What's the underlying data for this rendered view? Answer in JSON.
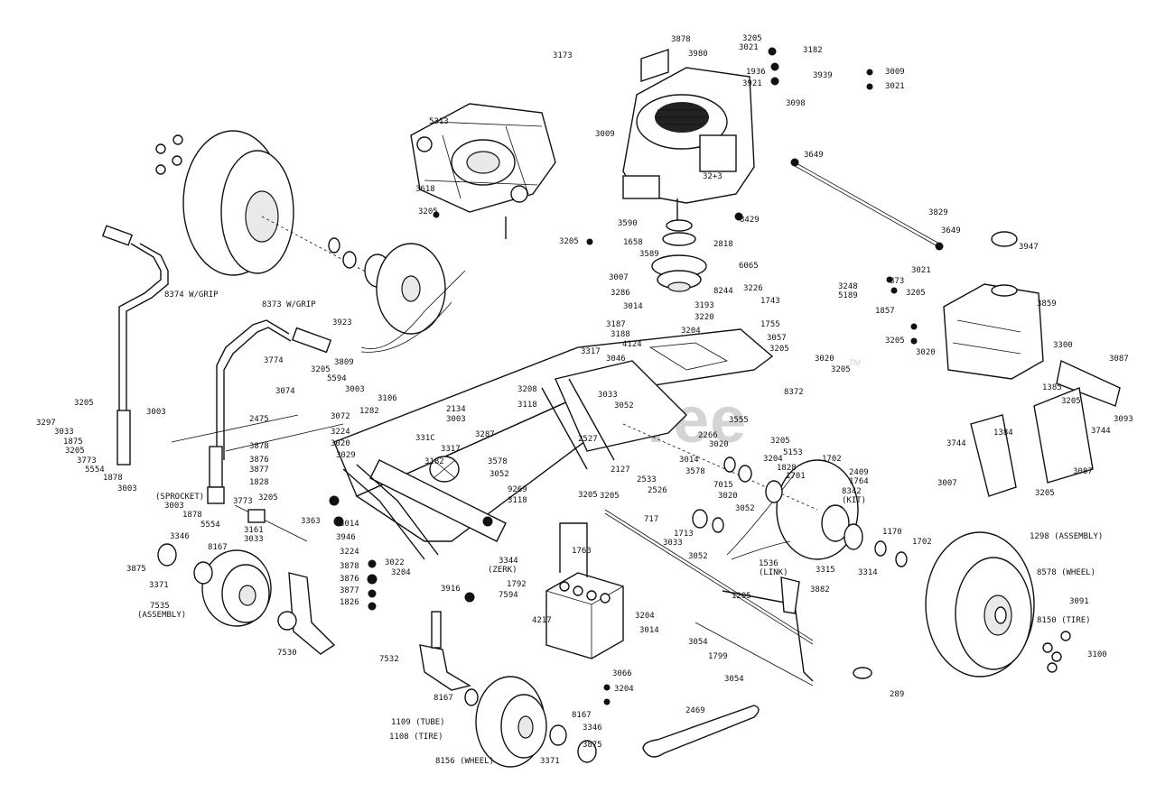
{
  "watermark": {
    "brand": "PartsTree",
    "trademark": "TM"
  },
  "callouts": [
    {
      "t": "3878"
    },
    {
      "t": "3173"
    },
    {
      "t": "3980"
    },
    {
      "t": "3205"
    },
    {
      "t": "3021"
    },
    {
      "t": "3182"
    },
    {
      "t": "1936"
    },
    {
      "t": "3939"
    },
    {
      "t": "3921"
    },
    {
      "t": "3098"
    },
    {
      "t": "3009"
    },
    {
      "t": "3021"
    },
    {
      "t": "5313"
    },
    {
      "t": "3009"
    },
    {
      "t": "32+3"
    },
    {
      "t": "3649"
    },
    {
      "t": "3618"
    },
    {
      "t": "3205"
    },
    {
      "t": "3590"
    },
    {
      "t": "8429"
    },
    {
      "t": "3829"
    },
    {
      "t": "1658"
    },
    {
      "t": "3589"
    },
    {
      "t": "2818"
    },
    {
      "t": "6065"
    },
    {
      "t": "3205"
    },
    {
      "t": "3649"
    },
    {
      "t": "3947"
    },
    {
      "t": "8374 W/GRIP"
    },
    {
      "t": "3007"
    },
    {
      "t": "3286"
    },
    {
      "t": "8244"
    },
    {
      "t": "3226"
    },
    {
      "t": "3248"
    },
    {
      "t": "5189"
    },
    {
      "t": "3021"
    },
    {
      "t": "873"
    },
    {
      "t": "3205"
    },
    {
      "t": "3859"
    },
    {
      "t": "8373 W/GRIP"
    },
    {
      "t": "3923"
    },
    {
      "t": "3014"
    },
    {
      "t": "3193"
    },
    {
      "t": "3220"
    },
    {
      "t": "1743"
    },
    {
      "t": "1857"
    },
    {
      "t": "3187"
    },
    {
      "t": "3188"
    },
    {
      "t": "4124"
    },
    {
      "t": "3204"
    },
    {
      "t": "1755"
    },
    {
      "t": "3057"
    },
    {
      "t": "3205"
    },
    {
      "t": "3205"
    },
    {
      "t": "3020"
    },
    {
      "t": "3020"
    },
    {
      "t": "3205"
    },
    {
      "t": "3317"
    },
    {
      "t": "3046"
    },
    {
      "t": "3300"
    },
    {
      "t": "3087"
    },
    {
      "t": "3774"
    },
    {
      "t": "3205"
    },
    {
      "t": "3809"
    },
    {
      "t": "5594"
    },
    {
      "t": "3003"
    },
    {
      "t": "3074"
    },
    {
      "t": "3106"
    },
    {
      "t": "3208"
    },
    {
      "t": "3033"
    },
    {
      "t": "8372"
    },
    {
      "t": "1385"
    },
    {
      "t": "3205"
    },
    {
      "t": "3205"
    },
    {
      "t": "3003"
    },
    {
      "t": "3118"
    },
    {
      "t": "3052"
    },
    {
      "t": "3072"
    },
    {
      "t": "2475"
    },
    {
      "t": "1282"
    },
    {
      "t": "2134"
    },
    {
      "t": "3003"
    },
    {
      "t": "3555"
    },
    {
      "t": "3093"
    },
    {
      "t": "3297"
    },
    {
      "t": "3033"
    },
    {
      "t": "1875"
    },
    {
      "t": "3205"
    },
    {
      "t": "3773"
    },
    {
      "t": "5554"
    },
    {
      "t": "1878"
    },
    {
      "t": "3003"
    },
    {
      "t": "3224"
    },
    {
      "t": "3020"
    },
    {
      "t": "3878"
    },
    {
      "t": "3876"
    },
    {
      "t": "3877"
    },
    {
      "t": "1828"
    },
    {
      "t": "3029"
    },
    {
      "t": "331C"
    },
    {
      "t": "3317"
    },
    {
      "t": "3287"
    },
    {
      "t": "2527"
    },
    {
      "t": "3578"
    },
    {
      "t": "2266"
    },
    {
      "t": "3020"
    },
    {
      "t": "3205"
    },
    {
      "t": "5153"
    },
    {
      "t": "1384"
    },
    {
      "t": "3744"
    },
    {
      "t": "3744"
    },
    {
      "t": "3205"
    },
    {
      "t": "3087"
    },
    {
      "t": "3007"
    },
    {
      "t": "3205"
    },
    {
      "t": "3052"
    },
    {
      "t": "9269"
    },
    {
      "t": "3118"
    },
    {
      "t": "3182"
    },
    {
      "t": "2127"
    },
    {
      "t": "2533"
    },
    {
      "t": "2526"
    },
    {
      "t": "3578"
    },
    {
      "t": "3014"
    },
    {
      "t": "3204"
    },
    {
      "t": "1828"
    },
    {
      "t": "1702"
    },
    {
      "t": "2409"
    },
    {
      "t": "1764"
    },
    {
      "t": "(SPROCKET)"
    },
    {
      "t": "3003"
    },
    {
      "t": "1878"
    },
    {
      "t": "5554"
    },
    {
      "t": "3773"
    },
    {
      "t": "3205"
    },
    {
      "t": "3161"
    },
    {
      "t": "3033"
    },
    {
      "t": "3205"
    },
    {
      "t": "7015"
    },
    {
      "t": "3020"
    },
    {
      "t": "3052"
    },
    {
      "t": "1701"
    },
    {
      "t": "8342"
    },
    {
      "t": "(KIT)"
    },
    {
      "t": "3363"
    },
    {
      "t": "3014"
    },
    {
      "t": "3946"
    },
    {
      "t": "717"
    },
    {
      "t": "1713"
    },
    {
      "t": "3033"
    },
    {
      "t": "3052"
    },
    {
      "t": "1536"
    },
    {
      "t": "(LINK)"
    },
    {
      "t": "3315"
    },
    {
      "t": "3314"
    },
    {
      "t": "1702"
    },
    {
      "t": "1170"
    },
    {
      "t": "1298 (ASSEMBLY)"
    },
    {
      "t": "3346"
    },
    {
      "t": "8167"
    },
    {
      "t": "3875"
    },
    {
      "t": "3371"
    },
    {
      "t": "3224"
    },
    {
      "t": "3022"
    },
    {
      "t": "3344"
    },
    {
      "t": "(ZERK)"
    },
    {
      "t": "3204"
    },
    {
      "t": "1763"
    },
    {
      "t": "3878"
    },
    {
      "t": "3876"
    },
    {
      "t": "3877"
    },
    {
      "t": "1826"
    },
    {
      "t": "3916"
    },
    {
      "t": "1792"
    },
    {
      "t": "7594"
    },
    {
      "t": "8578 (WHEEL)"
    },
    {
      "t": "7535"
    },
    {
      "t": "(ASSEMBLY)"
    },
    {
      "t": "4217"
    },
    {
      "t": "3204"
    },
    {
      "t": "3014"
    },
    {
      "t": "1295"
    },
    {
      "t": "3882"
    },
    {
      "t": "8150 (TIRE)"
    },
    {
      "t": "3091"
    },
    {
      "t": "7530"
    },
    {
      "t": "7532"
    },
    {
      "t": "3054"
    },
    {
      "t": "1799"
    },
    {
      "t": "3054"
    },
    {
      "t": "3066"
    },
    {
      "t": "3204"
    },
    {
      "t": "3100"
    },
    {
      "t": "289"
    },
    {
      "t": "8167"
    },
    {
      "t": "2469"
    },
    {
      "t": "1109 (TUBE)"
    },
    {
      "t": "8167"
    },
    {
      "t": "3346"
    },
    {
      "t": "1108 (TIRE)"
    },
    {
      "t": "3875"
    },
    {
      "t": "3371"
    },
    {
      "t": "8156 (WHEEL)"
    }
  ]
}
